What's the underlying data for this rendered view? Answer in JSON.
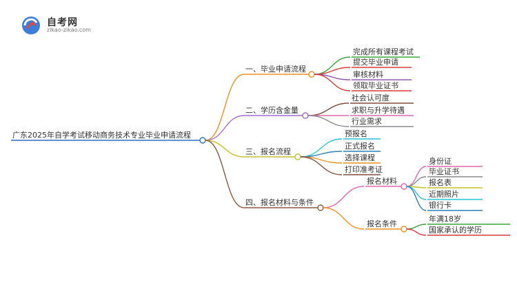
{
  "logo": {
    "brand": "自考网",
    "url": "zikao-zikao.com"
  },
  "root": "广东2025年自学考试移动商务技术专业毕业申请流程",
  "branches": [
    {
      "label": "一、毕业申请流程",
      "color": "#f0901e",
      "children": [
        {
          "label": "完成所有课程考试",
          "color": "#3aa63a"
        },
        {
          "label": "提交毕业申请",
          "color": "#d93a3a"
        },
        {
          "label": "审核材料",
          "color": "#8e5ab5"
        },
        {
          "label": "领取毕业证书",
          "color": "#d93a3a"
        }
      ]
    },
    {
      "label": "二、学历含金量",
      "color": "#a56bc6",
      "children": [
        {
          "label": "社会认可度",
          "color": "#7d4f3a"
        },
        {
          "label": "求职与升学待遇",
          "color": "#e066b0"
        },
        {
          "label": "行业需求",
          "color": "#8a8a8a"
        }
      ]
    },
    {
      "label": "三、报名流程",
      "color": "#c7c12a",
      "children": [
        {
          "label": "预报名",
          "color": "#27c5d6"
        },
        {
          "label": "正式报名",
          "color": "#2c7fb8"
        },
        {
          "label": "选择课程",
          "color": "#f0901e"
        },
        {
          "label": "打印准考证",
          "color": "#7d4f3a"
        }
      ]
    },
    {
      "label": "四、报名材料与条件",
      "color": "#8b5a42",
      "children": [
        {
          "label": "报名材料",
          "color": "#e066b0",
          "children": [
            {
              "label": "身份证",
              "color": "#e066b0"
            },
            {
              "label": "毕业证书",
              "color": "#8a8a8a"
            },
            {
              "label": "报名表",
              "color": "#c7c12a"
            },
            {
              "label": "近期照片",
              "color": "#27c5d6"
            },
            {
              "label": "银行卡",
              "color": "#2c7fb8"
            }
          ]
        },
        {
          "label": "报名条件",
          "color": "#f0901e",
          "children": [
            {
              "label": "年满18岁",
              "color": "#3aa63a"
            },
            {
              "label": "国家承认的学历",
              "color": "#d93a3a"
            }
          ]
        }
      ]
    }
  ]
}
